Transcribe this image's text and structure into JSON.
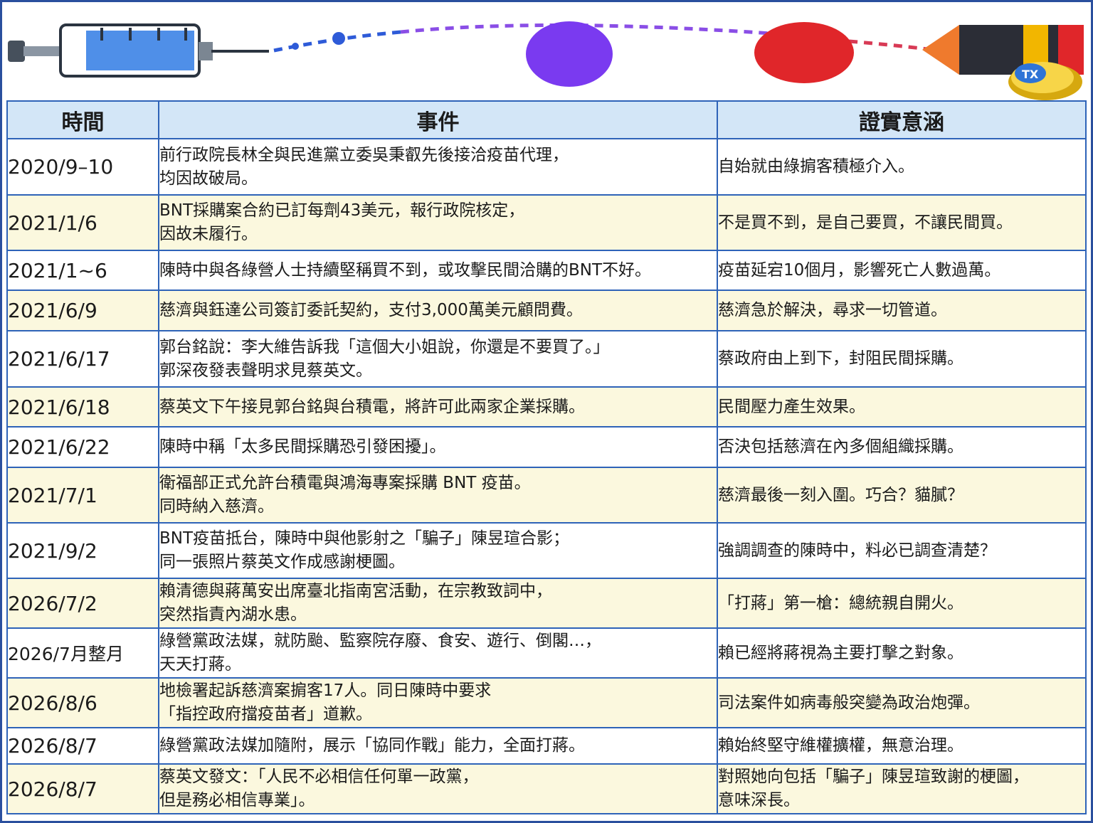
{
  "header": {
    "col_time": "時間",
    "col_event": "事件",
    "col_meaning": "證實意涵"
  },
  "banner": {
    "icons": [
      "syringe-icon",
      "virus-blob-icon",
      "red-blob-icon",
      "pencil-icon",
      "coin-icon"
    ],
    "colors": {
      "syringe_fill": "#4f8fe8",
      "purple": "#7a3af0",
      "red": "#e0262a",
      "orange": "#ef7a2d"
    }
  },
  "rows": [
    {
      "date": "2020/9–10",
      "event": [
        "前行政院長林全與民進黨立委吳秉叡先後接洽疫苗代理，",
        "均因故破局。"
      ],
      "meaning": [
        "自始就由綠掮客積極介入。"
      ]
    },
    {
      "date": "2021/1/6",
      "event": [
        "BNT採購案合約已訂每劑43美元，報行政院核定，",
        "因故未履行。"
      ],
      "meaning": [
        "不是買不到，是自己要買，不讓民間買。"
      ]
    },
    {
      "date": "2021/1~6",
      "event": [
        "陳時中與各綠營人士持續堅稱買不到，或攻擊民間洽購的BNT不好。"
      ],
      "meaning": [
        "疫苗延宕10個月，影響死亡人數過萬。"
      ]
    },
    {
      "date": "2021/6/9",
      "event": [
        "慈濟與鈺達公司簽訂委託契約，支付3,000萬美元顧問費。"
      ],
      "meaning": [
        "慈濟急於解決，尋求一切管道。"
      ]
    },
    {
      "date": "2021/6/17",
      "event": [
        "郭台銘說：李大維告訴我「這個大小姐說，你還是不要買了。」",
        "郭深夜發表聲明求見蔡英文。"
      ],
      "meaning": [
        "蔡政府由上到下，封阻民間採購。"
      ]
    },
    {
      "date": "2021/6/18",
      "event": [
        "蔡英文下午接見郭台銘與台積電，將許可此兩家企業採購。"
      ],
      "meaning": [
        "民間壓力產生效果。"
      ]
    },
    {
      "date": "2021/6/22",
      "event": [
        "陳時中稱「太多民間採購恐引發困擾」。"
      ],
      "meaning": [
        "否決包括慈濟在內多個組織採購。"
      ]
    },
    {
      "date": "2021/7/1",
      "event": [
        "衛福部正式允許台積電與鴻海專案採購 BNT 疫苗。",
        "同時納入慈濟。"
      ],
      "meaning": [
        "慈濟最後一刻入圍。巧合？貓膩？"
      ]
    },
    {
      "date": "2021/9/2",
      "event": [
        "BNT疫苗抵台，陳時中與他影射之「騙子」陳昱瑄合影；",
        "同一張照片蔡英文作成感謝梗圖。"
      ],
      "meaning": [
        "強調調查的陳時中，料必已調查清楚？"
      ]
    },
    {
      "date": "2026/7/2",
      "event": [
        "賴清德與蔣萬安出席臺北指南宮活動，在宗教致詞中，",
        "突然指責內湖水患。"
      ],
      "meaning": [
        "「打蔣」第一槍：總統親自開火。"
      ]
    },
    {
      "date": "2026/7月整月",
      "event": [
        "綠營黨政法媒，就防颱、監察院存廢、食安、遊行、倒閣…，",
        "天天打蔣。"
      ],
      "meaning": [
        "賴已經將蔣視為主要打擊之對象。"
      ]
    },
    {
      "date": "2026/8/6",
      "event": [
        "地檢署起訴慈濟案掮客17人。同日陳時中要求",
        "「指控政府擋疫苗者」道歉。"
      ],
      "meaning": [
        "司法案件如病毒般突變為政治炮彈。"
      ]
    },
    {
      "date": "2026/8/7",
      "event": [
        "綠營黨政法媒加隨附，展示「協同作戰」能力，全面打蔣。"
      ],
      "meaning": [
        "賴始終堅守維權擴權，無意治理。"
      ]
    },
    {
      "date": "2026/8/7",
      "event": [
        "蔡英文發文：「人民不必相信任何單一政黨，",
        "但是務必相信專業」。"
      ],
      "meaning": [
        "對照她向包括「騙子」陳昱瑄致謝的梗圖，",
        "意味深長。"
      ]
    }
  ]
}
